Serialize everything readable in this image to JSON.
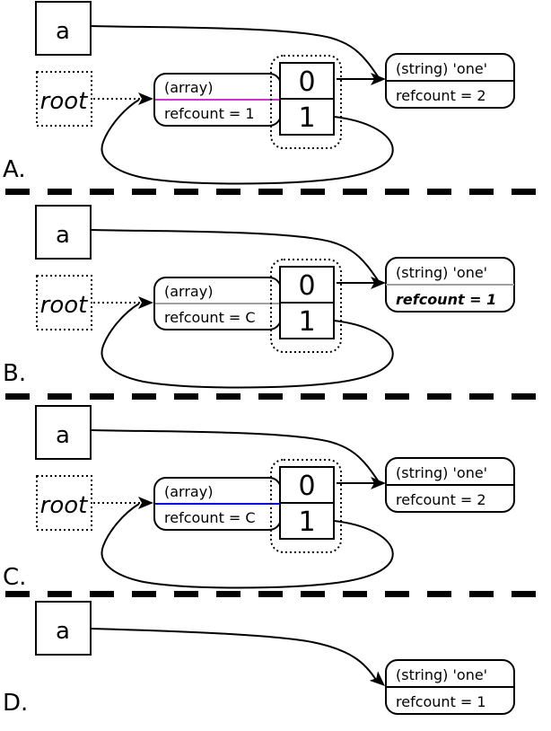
{
  "figure": {
    "description_labels": [
      "A.",
      "B.",
      "C.",
      "D."
    ]
  },
  "colors": {
    "black": "#000000",
    "magenta": "#cc33cc",
    "blue": "#0000e6",
    "gray": "#a0a0a0",
    "gray_dark": "#777777"
  },
  "sections": [
    {
      "label": "A.",
      "variable": "a",
      "root": "root",
      "array": {
        "type": "(array)",
        "refcount": "refcount = 1",
        "color": "#cc33cc"
      },
      "cells": [
        "0",
        "1"
      ],
      "string": {
        "type": "(string) 'one'",
        "refcount": "refcount = 2",
        "color": "#000000",
        "refcount_color": "#000000"
      }
    },
    {
      "label": "B.",
      "variable": "a",
      "root": "root",
      "array": {
        "type": "(array)",
        "refcount": "refcount = C",
        "color": "#a0a0a0"
      },
      "cells": [
        "0",
        "1"
      ],
      "string": {
        "type": "(string) 'one'",
        "refcount": "refcount = 1",
        "color": "#a0a0a0",
        "refcount_color": "#777777"
      }
    },
    {
      "label": "C.",
      "variable": "a",
      "root": "root",
      "array": {
        "type": "(array)",
        "refcount": "refcount = C",
        "color": "#0000e6"
      },
      "cells": [
        "0",
        "1"
      ],
      "string": {
        "type": "(string) 'one'",
        "refcount": "refcount = 2",
        "color": "#000000",
        "refcount_color": "#000000"
      }
    },
    {
      "label": "D.",
      "variable": "a",
      "string": {
        "type": "(string) 'one'",
        "refcount": "refcount = 1",
        "color": "#000000",
        "refcount_color": "#000000"
      }
    }
  ]
}
